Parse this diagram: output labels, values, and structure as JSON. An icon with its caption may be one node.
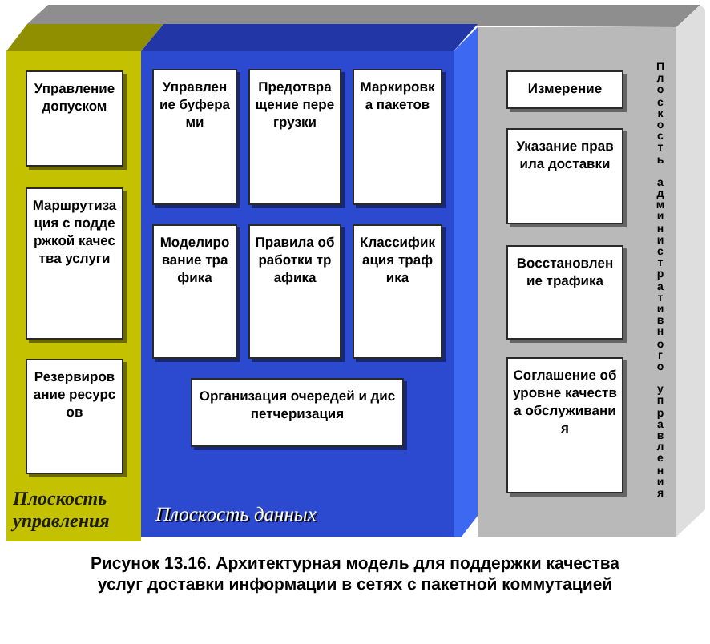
{
  "diagram": {
    "caption": "Рисунок 13.16. Архитектурная модель для поддержки качества услуг доставки информации в сетях с пакетной коммутацией",
    "nodes": [
      {
        "text": [
          "Плоскость управления"
        ]
      },
      {
        "text": [
          "Управление допуском"
        ],
        "in": 0
      },
      {
        "text": [
          "Маршрутизация с поддержкой качества услуги"
        ],
        "in": 0
      },
      {
        "text": [
          "Резервирование ресурсов"
        ],
        "in": 0
      },
      {
        "text": [
          "Плоскость данных"
        ]
      },
      {
        "text": [
          "Управление буферами"
        ],
        "in": 4
      },
      {
        "text": [
          "Предотвращение перегрузки"
        ],
        "in": 4
      },
      {
        "text": [
          "Маркировка пакетов"
        ],
        "in": 4
      },
      {
        "text": [
          "Моделирование трафика"
        ],
        "in": 4
      },
      {
        "text": [
          "Правила обработки трафика"
        ],
        "in": 4
      },
      {
        "text": [
          "Классификация трафика"
        ],
        "in": 4
      },
      {
        "text": [
          "Организация очередей и диспетчеризация"
        ],
        "in": 4
      },
      {
        "text": [
          "Плоскость административного управления"
        ]
      },
      {
        "text": [
          "Измерение"
        ],
        "in": 12
      },
      {
        "text": [
          "Указание правила доставки"
        ],
        "in": 12
      },
      {
        "text": [
          "Восстановление трафика"
        ],
        "in": 12
      },
      {
        "text": [
          "Соглашение об уровне качества обслуживания"
        ],
        "in": 12
      }
    ]
  }
}
